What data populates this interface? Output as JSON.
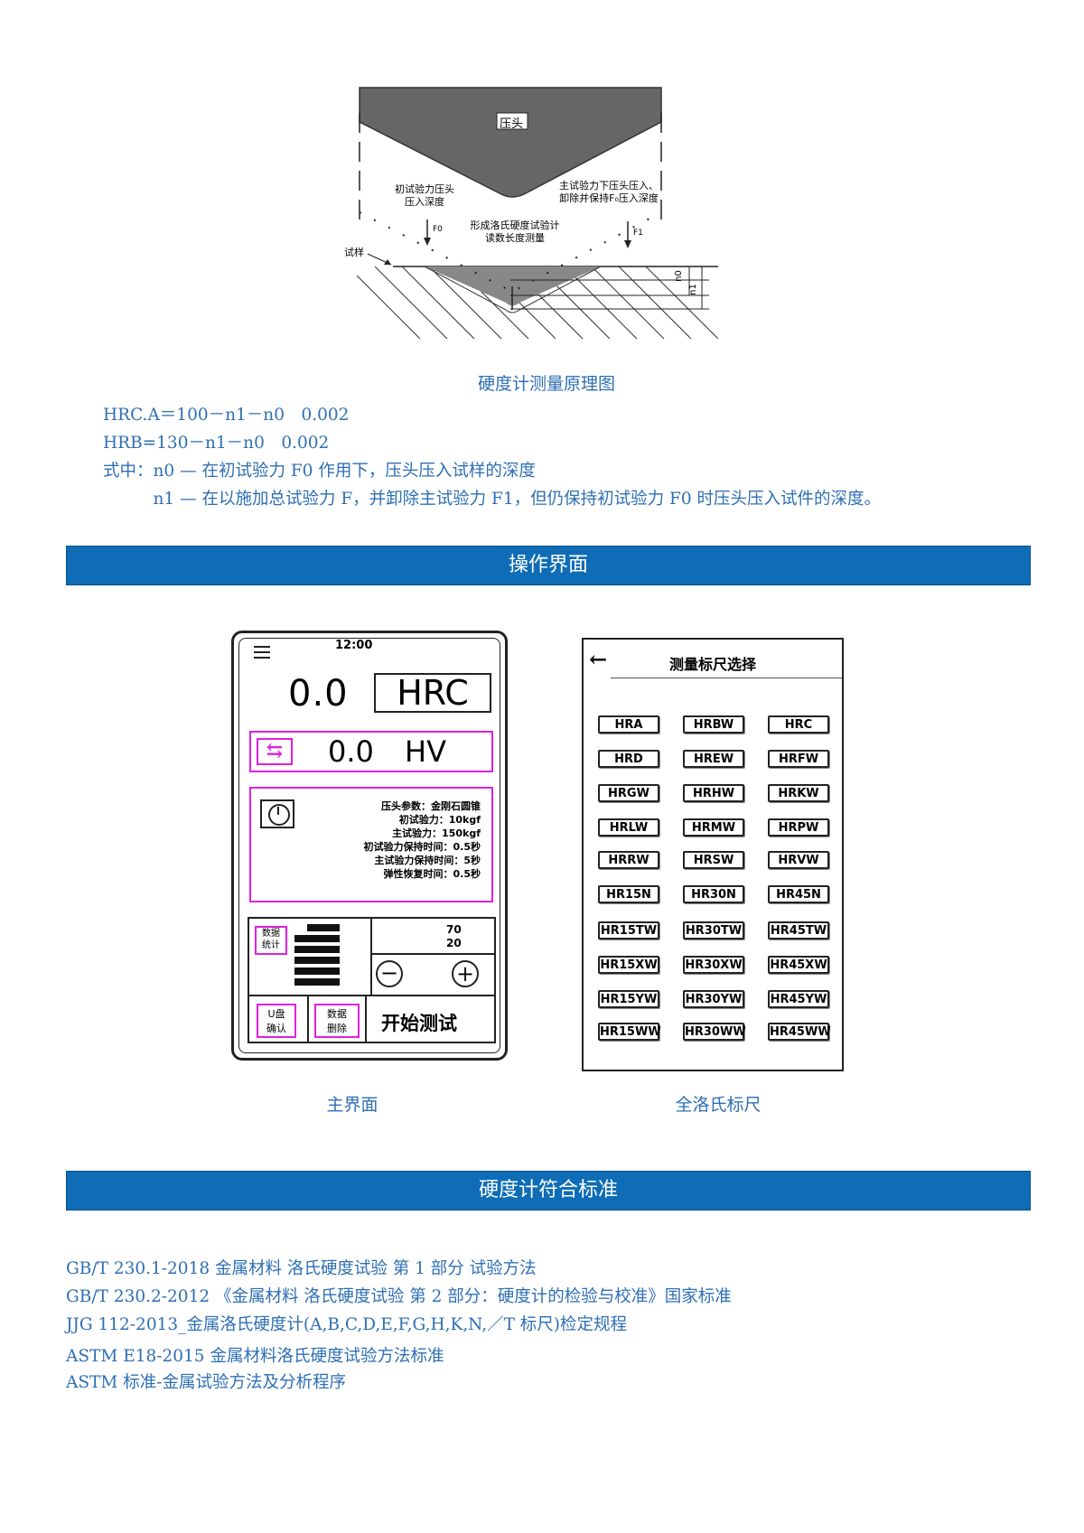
{
  "diagram": {
    "indenter_label": "压头",
    "label_initial": "初试验力压头\n压入深度",
    "label_main": "主试验力下压头压入、\n卸除并保持F₀压入深度",
    "label_center": "形成洛氏硬度试验计\n读数长度测量",
    "label_f0": "F0",
    "label_f1": "F1",
    "label_sample": "试样",
    "label_n0": "n0",
    "label_n1": "n1",
    "caption": "硬度计测量原理图"
  },
  "formulas": [
    "HRC.A＝100－n1－n0　0.002",
    "HRB=130－n1－n0　0.002",
    "式中：n0 — 在初试验力 F0 作用下，压头压入试样的深度",
    "　　　n1 — 在以施加总试验力 F，并卸除主试验力 F1，但仍保持初试验力 F0 时压头压入试件的深度。"
  ],
  "section_operation": "操作界面",
  "main_screen": {
    "time": "12:00",
    "hardness_value": "0.0",
    "scale": "HRC",
    "hv_value": "0.0",
    "hv_unit": "HV",
    "params": [
      "压头参数：金刚石圆锥",
      "初试验力：10kgf",
      "主试验力：150kgf",
      "初试验力保持时间：0.5秒",
      "主试验力保持时间：5秒",
      "弹性恢复时间：0.5秒"
    ],
    "stats_button": "数据\n统计",
    "counter_top": "70",
    "counter_bottom": "20",
    "usb_button": "U盘\n确认",
    "delete_button": "数据\n删除",
    "start_button": "开始测试",
    "caption": "主界面"
  },
  "scale_screen": {
    "back": "←",
    "title": "测量标尺选择",
    "scales": [
      "HRA",
      "HRBW",
      "HRC",
      "HRD",
      "HREW",
      "HRFW",
      "HRGW",
      "HRHW",
      "HRKW",
      "HRLW",
      "HRMW",
      "HRPW",
      "HRRW",
      "HRSW",
      "HRVW",
      "HR15N",
      "HR30N",
      "HR45N",
      "HR15TW",
      "HR30TW",
      "HR45TW",
      "HR15XW",
      "HR30XW",
      "HR45XW",
      "HR15YW",
      "HR30YW",
      "HR45YW",
      "HR15WW",
      "HR30WW",
      "HR45WW"
    ],
    "caption": "全洛氏标尺"
  },
  "section_standards": "硬度计符合标准",
  "standards": [
    "GB/T 230.1-2018 金属材料 洛氏硬度试验 第 1 部分 试验方法",
    "GB/T 230.2-2012 《金属材料 洛氏硬度试验 第 2 部分：硬度计的检验与校准》国家标准",
    "JJG 112-2013_金属洛氏硬度计(A,B,C,D,E,F,G,H,K,N,／T 标尺)检定规程",
    "ASTM E18-2015 金属材料洛氏硬度试验方法标准",
    "ASTM 标准-金属试验方法及分析程序"
  ],
  "colors": {
    "accent_blue": "#2e6fb4",
    "bar_blue": "#0e6db6",
    "magenta": "#e020e0"
  }
}
